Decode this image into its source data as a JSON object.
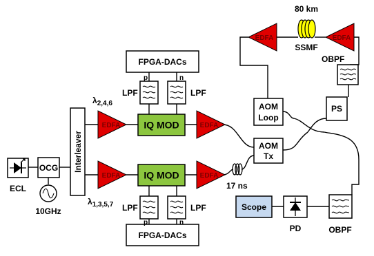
{
  "labels": {
    "ecl": "ECL",
    "ocg": "OCG",
    "rf_source": "10GHz",
    "interleaver": "Interleaver",
    "edfa": "EDFA",
    "iq_mod": "IQ MOD",
    "fpga_dacs": "FPGA-DACs",
    "lpf": "LPF",
    "p": "p",
    "n": "n",
    "lambda_even": "λ",
    "lambda_even_sub": "2,4,6",
    "lambda_odd": "λ",
    "lambda_odd_sub": "1,3,5,7",
    "delay": "17 ns",
    "aom_loop_1": "AOM",
    "aom_loop_2": "Loop",
    "aom_tx_1": "AOM",
    "aom_tx_2": "Tx",
    "ps": "PS",
    "obpf": "OBPF",
    "fiber_length": "80 km",
    "ssmf": "SSMF",
    "scope": "Scope",
    "pd": "PD"
  },
  "colors": {
    "edfa": "#e00000",
    "iq_mod": "#8cc63f",
    "scope": "#c6d9f0"
  }
}
